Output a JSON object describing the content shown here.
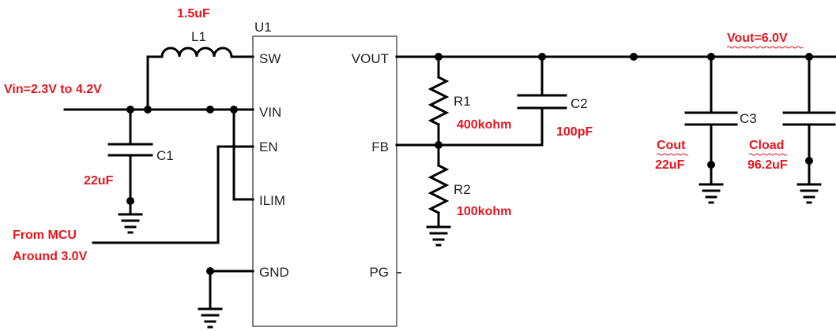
{
  "ic": {
    "ref": "U1",
    "pins_left": [
      "SW",
      "VIN",
      "EN",
      "ILIM",
      "GND"
    ],
    "pins_right": [
      "VOUT",
      "FB",
      "PG"
    ]
  },
  "components": {
    "l1": {
      "ref": "L1",
      "value": "1.5uF"
    },
    "c1": {
      "ref": "C1",
      "value": "22uF"
    },
    "r1": {
      "ref": "R1",
      "value": "400kohm"
    },
    "r2": {
      "ref": "R2",
      "value": "100kohm"
    },
    "c2": {
      "ref": "C2",
      "value": "100pF"
    },
    "c3": {
      "ref": "C3",
      "name": "Cout",
      "value": "22uF"
    },
    "cload": {
      "name": "Cload",
      "value": "96.2uF"
    }
  },
  "annotations": {
    "vin": "Vin=2.3V  to 4.2V",
    "vout": "Vout=6.0V",
    "mcu_line1": "From MCU",
    "mcu_line2": "Around 3.0V"
  },
  "colors": {
    "annotation": "#e8141c",
    "wire": "#000000"
  }
}
